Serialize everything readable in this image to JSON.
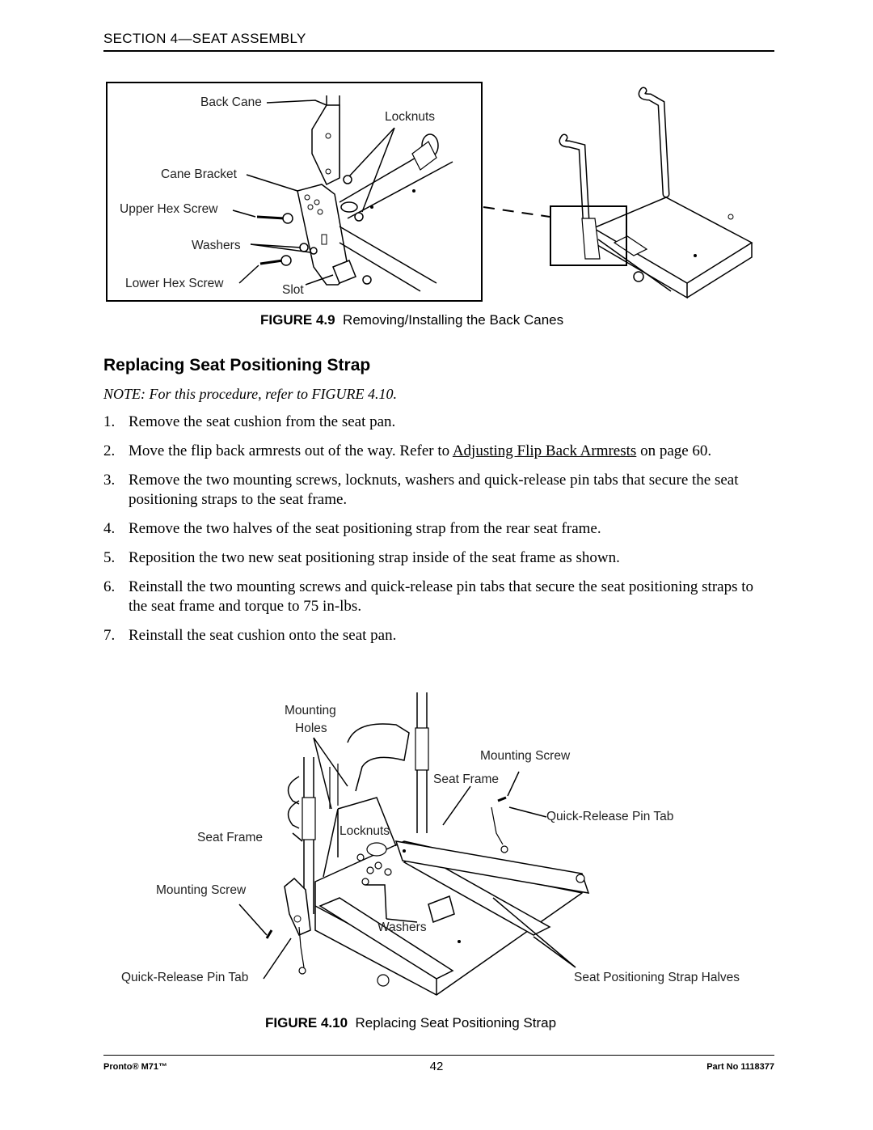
{
  "header": {
    "section": "SECTION 4—SEAT ASSEMBLY"
  },
  "figure_4_9": {
    "label": "FIGURE 4.9",
    "caption": "Removing/Installing the Back Canes",
    "callouts": {
      "back_cane": "Back Cane",
      "locknuts": "Locknuts",
      "cane_bracket": "Cane Bracket",
      "upper_hex_screw": "Upper Hex Screw",
      "washers": "Washers",
      "lower_hex_screw": "Lower Hex Screw",
      "slot": "Slot"
    }
  },
  "section": {
    "title": "Replacing Seat Positioning Strap",
    "note": "NOTE: For this procedure, refer to FIGURE 4.10.",
    "steps": [
      {
        "num": "1.",
        "text": "Remove the seat cushion from the seat pan."
      },
      {
        "num": "2.",
        "text_before": "Move the flip back armrests out of the way. Refer to ",
        "link": "Adjusting Flip Back Armrests",
        "text_after": " on page 60."
      },
      {
        "num": "3.",
        "text": "Remove the two mounting screws, locknuts, washers and quick-release pin tabs that secure the seat positioning straps to the seat frame."
      },
      {
        "num": "4.",
        "text": "Remove the two halves of the seat positioning strap from the rear seat frame."
      },
      {
        "num": "5.",
        "text": "Reposition the two new seat positioning strap inside of the seat frame as shown."
      },
      {
        "num": "6.",
        "text": "Reinstall the two mounting screws and quick-release pin tabs that secure the seat positioning straps to the seat frame and torque to 75 in-lbs."
      },
      {
        "num": "7.",
        "text": "Reinstall the seat cushion onto the seat pan."
      }
    ]
  },
  "figure_4_10": {
    "label": "FIGURE 4.10",
    "caption": "Replacing Seat Positioning Strap",
    "callouts": {
      "mounting_holes_1": "Mounting",
      "mounting_holes_2": "Holes",
      "mounting_screw_right": "Mounting Screw",
      "seat_frame_right": "Seat Frame",
      "quick_release_right": "Quick-Release Pin Tab",
      "seat_frame_left": "Seat Frame",
      "locknuts": "Locknuts",
      "mounting_screw_left": "Mounting Screw",
      "washers": "Washers",
      "quick_release_left": "Quick-Release Pin Tab",
      "strap_halves": "Seat Positioning Strap Halves"
    }
  },
  "footer": {
    "product": "Pronto® M71™",
    "page": "42",
    "part": "Part No 1118377"
  }
}
